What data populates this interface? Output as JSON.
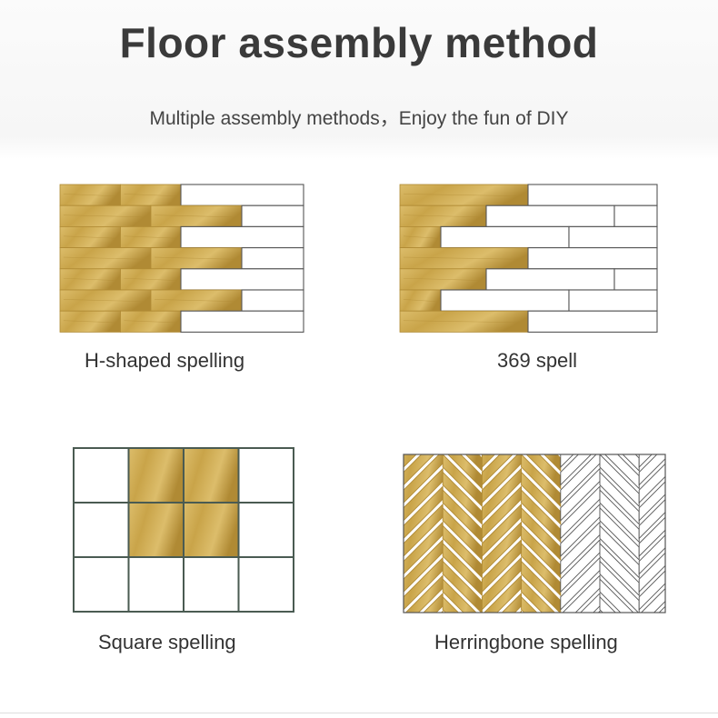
{
  "header": {
    "title": "Floor assembly method",
    "subtitle": "Multiple assembly methods，Enjoy the fun of DIY"
  },
  "colors": {
    "wood": "#c9a449",
    "wood_dark": "#b08a34",
    "wood_light": "#dcbd6b",
    "outline": "#555555",
    "grid_outline": "#4a5b52",
    "blank": "#ffffff"
  },
  "panels": [
    {
      "id": "h-shaped",
      "caption": "H-shaped spelling"
    },
    {
      "id": "369",
      "caption": "369 spell"
    },
    {
      "id": "square",
      "caption": "Square spelling"
    },
    {
      "id": "herringbone",
      "caption": "Herringbone spelling"
    }
  ]
}
